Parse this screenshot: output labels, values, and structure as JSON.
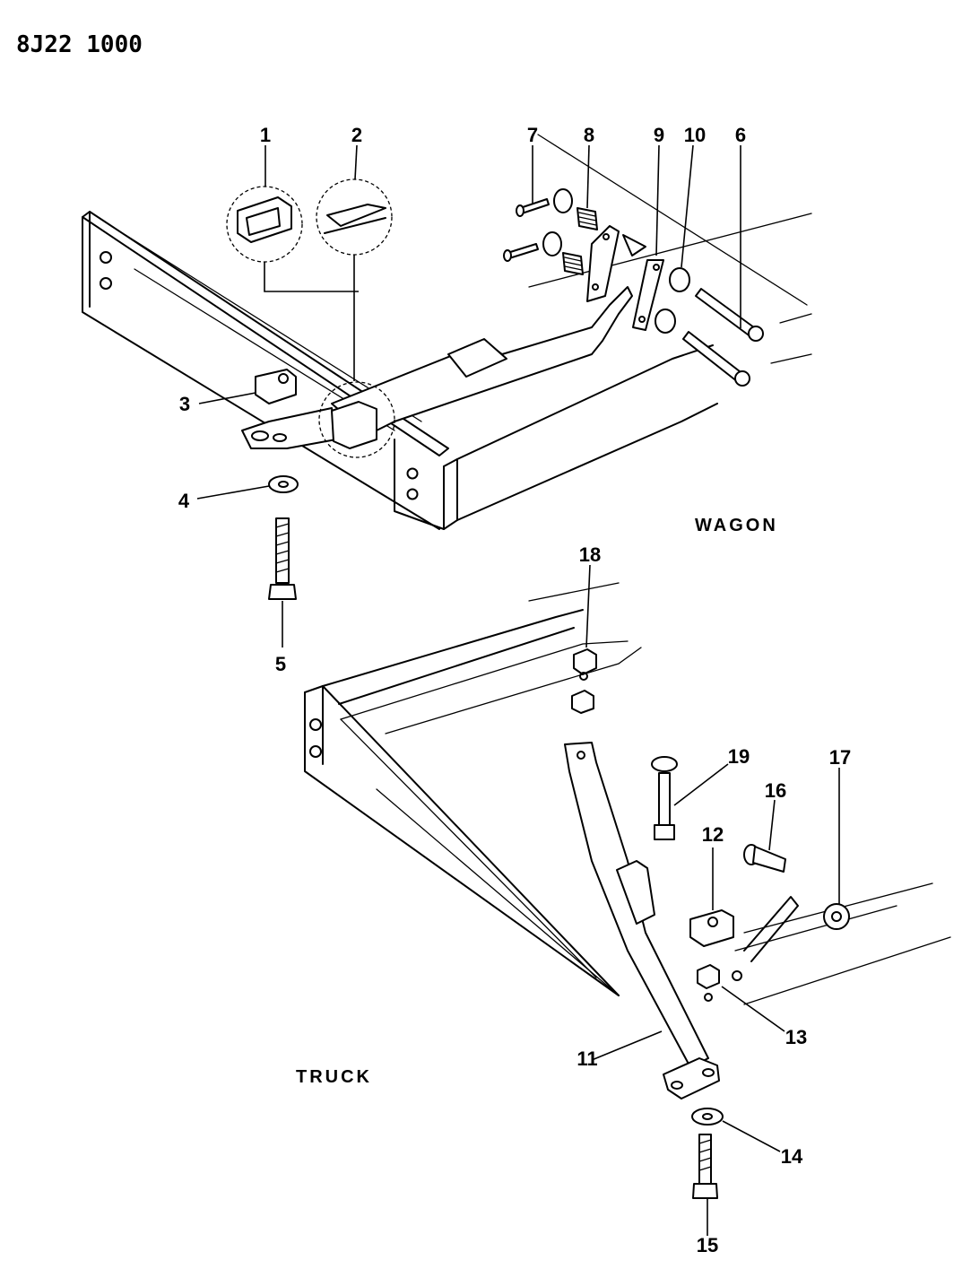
{
  "drawing_code": "8J22 1000",
  "captions": {
    "wagon": "WAGON",
    "truck": "TRUCK"
  },
  "callouts": {
    "c1": "1",
    "c2": "2",
    "c3": "3",
    "c4": "4",
    "c5": "5",
    "c6": "6",
    "c7": "7",
    "c8": "8",
    "c9": "9",
    "c10": "10",
    "c11": "11",
    "c12": "12",
    "c13": "13",
    "c14": "14",
    "c15": "15",
    "c16": "16",
    "c17": "17",
    "c18": "18",
    "c19": "19"
  }
}
